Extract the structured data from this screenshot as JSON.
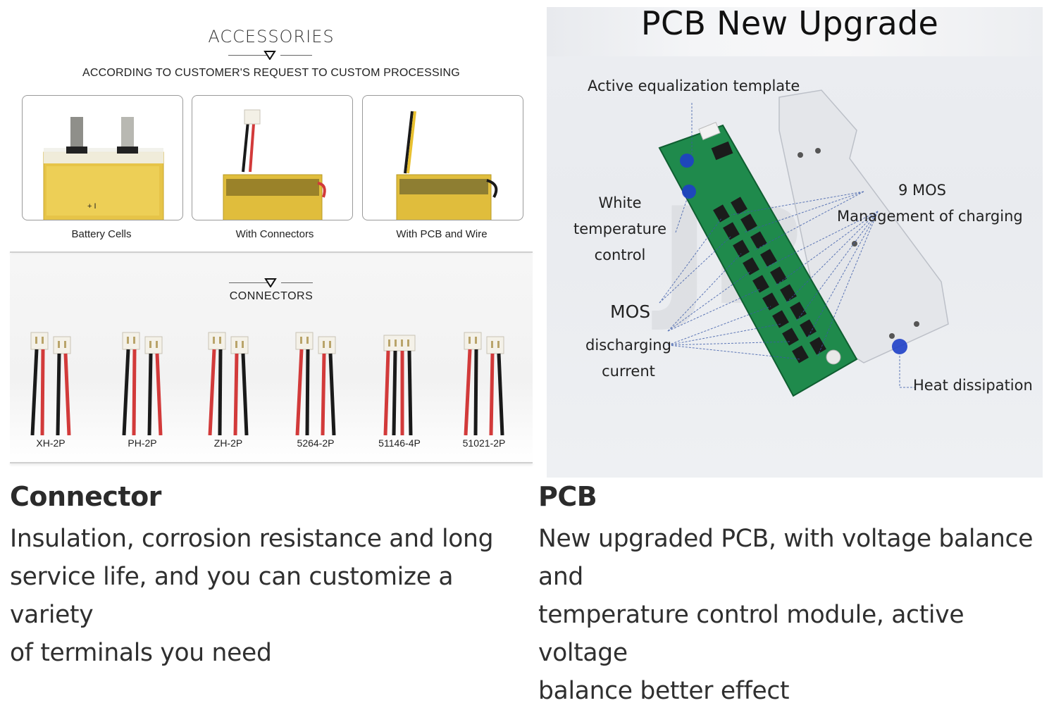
{
  "accessories": {
    "title": "ACCESSORIES",
    "subtitle": "ACCORDING TO CUSTOMER'S REQUEST TO CUSTOM PROCESSING",
    "items": [
      {
        "label": "Battery Cells"
      },
      {
        "label": "With Connectors"
      },
      {
        "label": "With PCB and Wire"
      }
    ]
  },
  "connectors": {
    "title": "CONNECTORS",
    "items": [
      {
        "label": "XH-2P",
        "wires": [
          "black",
          "red"
        ]
      },
      {
        "label": "PH-2P",
        "wires": [
          "black",
          "red"
        ]
      },
      {
        "label": "ZH-2P",
        "wires": [
          "red",
          "black"
        ]
      },
      {
        "label": "5264-2P",
        "wires": [
          "red",
          "black"
        ]
      },
      {
        "label": "51146-4P",
        "wires": [
          "red",
          "black",
          "red",
          "black"
        ]
      },
      {
        "label": "51021-2P",
        "wires": [
          "red",
          "black"
        ]
      }
    ]
  },
  "pcb_panel": {
    "title": "PCB New Upgrade",
    "callouts": {
      "active_equalization": "Active equalization template",
      "white_temp": [
        "White",
        "temperature",
        "control"
      ],
      "nine_mos": "9 MOS",
      "management": "Management of charging",
      "mos": "MOS",
      "discharging": [
        "discharging",
        "current"
      ],
      "heat": "Heat dissipation"
    },
    "watermark": "JR"
  },
  "captions": {
    "connector": {
      "heading": "Connector",
      "lines": [
        "Insulation, corrosion resistance and long",
        "service life, and you can customize a variety",
        "of terminals you need"
      ]
    },
    "pcb": {
      "heading": "PCB",
      "lines": [
        "New upgraded PCB, with voltage balance and",
        "temperature control module, active voltage",
        "balance better effect"
      ]
    }
  },
  "colors": {
    "battery_yellow": "#e8c840",
    "pcb_green": "#1f8a4c",
    "wire_red": "#d23a3a",
    "wire_black": "#1a1a1a",
    "marker_blue": "#1e3fc8"
  }
}
